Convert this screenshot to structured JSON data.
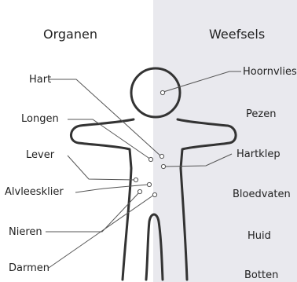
{
  "headers": {
    "left": "Organen",
    "right": "Weefsels"
  },
  "organs": [
    "Hart",
    "Longen",
    "Lever",
    "Alvleesklier",
    "Nieren",
    "Darmen"
  ],
  "tissues": [
    "Hoornvlies",
    "Pezen",
    "Hartklep",
    "Bloedvaten",
    "Huid",
    "Botten"
  ],
  "colors": {
    "right_panel": "#e9e9ee",
    "outline": "#333333",
    "leader": "#555555"
  }
}
